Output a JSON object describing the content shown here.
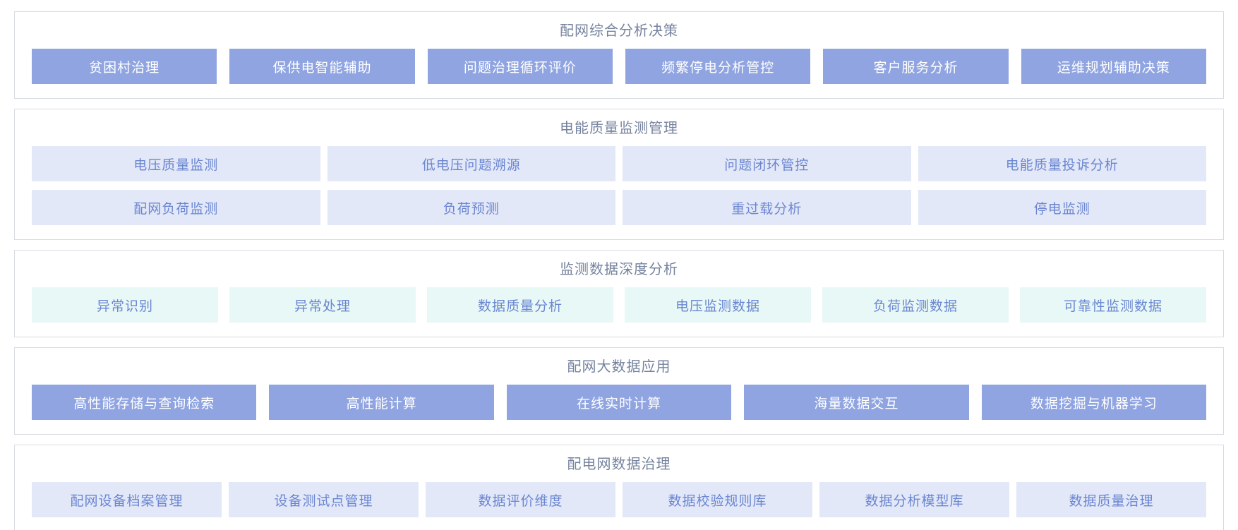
{
  "page": {
    "background": "#ffffff",
    "card_border_color": "#d9dbe3",
    "title_color": "#76839e"
  },
  "tile_styles": {
    "solid": {
      "background": "#8fa4e1",
      "text": "#ffffff"
    },
    "lavender": {
      "background": "#e3e8f8",
      "text": "#6a86d1"
    },
    "mint": {
      "background": "#e8f8f6",
      "text": "#6a86d1"
    }
  },
  "sections": [
    {
      "id": "comprehensive-analysis-decision",
      "title": "配网综合分析决策",
      "style": "solid",
      "rows": [
        [
          "贫困村治理",
          "保供电智能辅助",
          "问题治理循环评价",
          "频繁停电分析管控",
          "客户服务分析",
          "运维规划辅助决策"
        ]
      ]
    },
    {
      "id": "power-quality-monitoring",
      "title": "电能质量监测管理",
      "style": "lavender",
      "rows": [
        [
          "电压质量监测",
          "低电压问题溯源",
          "问题闭环管控",
          "电能质量投诉分析"
        ],
        [
          "配网负荷监测",
          "负荷预测",
          "重过载分析",
          "停电监测"
        ]
      ]
    },
    {
      "id": "monitoring-data-deep-analysis",
      "title": "监测数据深度分析",
      "style": "mint",
      "rows": [
        [
          "异常识别",
          "异常处理",
          "数据质量分析",
          "电压监测数据",
          "负荷监测数据",
          "可靠性监测数据"
        ]
      ]
    },
    {
      "id": "big-data-application",
      "title": "配网大数据应用",
      "style": "solid",
      "rows": [
        [
          "高性能存储与查询检索",
          "高性能计算",
          "在线实时计算",
          "海量数据交互",
          "数据挖掘与机器学习"
        ]
      ]
    },
    {
      "id": "data-governance",
      "title": "配电网数据治理",
      "style": "lavender",
      "rows": [
        [
          "配网设备档案管理",
          "设备测试点管理",
          "数据评价维度",
          "数据校验规则库",
          "数据分析模型库",
          "数据质量治理"
        ]
      ]
    }
  ]
}
